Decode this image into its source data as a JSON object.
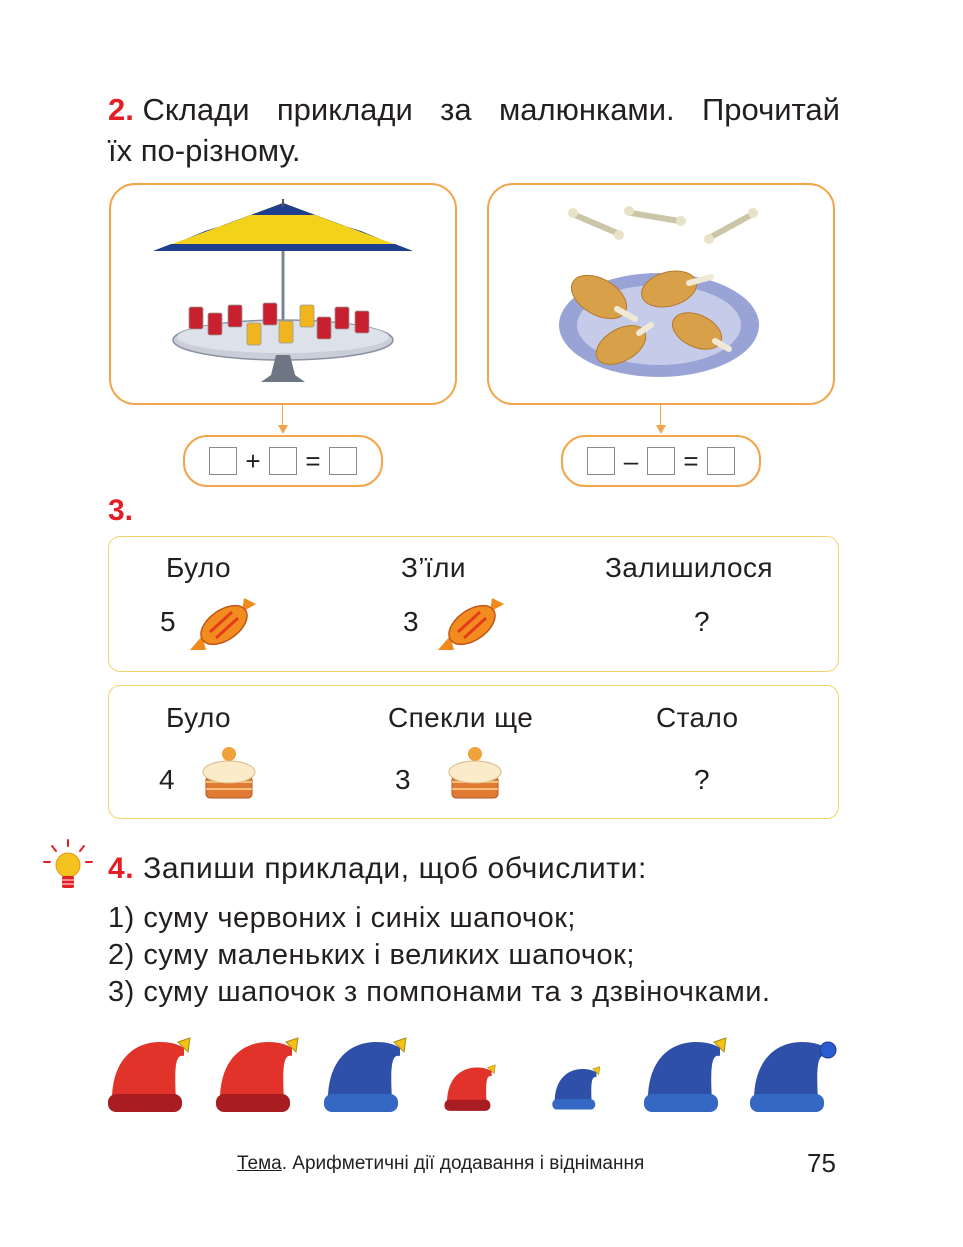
{
  "task2": {
    "number": "2.",
    "line1_words": [
      "Склади",
      "приклади",
      "за",
      "малюнками.",
      "Прочитай"
    ],
    "line2": "їх по-різному.",
    "left_equation": {
      "op1": "+",
      "op2": "="
    },
    "right_equation": {
      "op1": "–",
      "op2": "="
    }
  },
  "task3": {
    "number": "3.",
    "rows": [
      {
        "col1": "Було",
        "col2": "З’їли",
        "col3": "Залишилося",
        "val1": "5",
        "val2": "3",
        "val3": "?"
      },
      {
        "col1": "Було",
        "col2": "Спекли ще",
        "col3": "Стало",
        "val1": "4",
        "val2": "3",
        "val3": "?"
      }
    ]
  },
  "task4": {
    "number": "4.",
    "heading": "Запиши приклади, щоб обчислити:",
    "items": [
      "1) суму червоних і синіх шапочок;",
      "2) суму маленьких і великих шапочок;",
      "3) суму шапочок з помпонами та з дзвіночками."
    ]
  },
  "footer": {
    "tema": "Тема",
    "text": ". Арифметичні дії додавання і віднімання",
    "page_number": "75"
  },
  "colors": {
    "task_number": "#e31e24",
    "picture_border": "#f4a44a",
    "table_border": "#f0d36a",
    "hat_red": "#e2332a",
    "hat_blue": "#2f50a8"
  }
}
